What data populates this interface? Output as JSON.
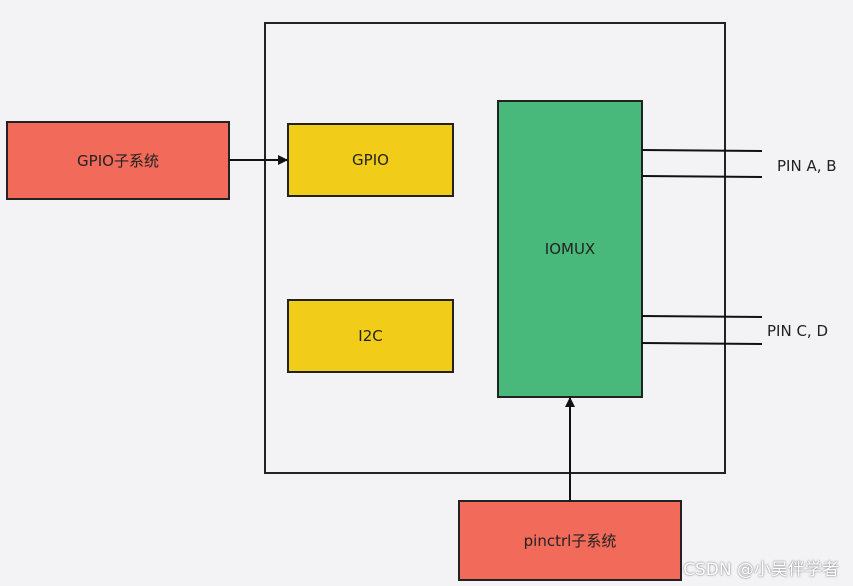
{
  "diagram": {
    "nodes": {
      "gpio_subsystem": "GPIO子系统",
      "gpio": "GPIO",
      "i2c": "I2C",
      "iomux": "IOMUX",
      "pinctrl_subsystem": "pinctrl子系统"
    },
    "pins": {
      "ab": "PIN A, B",
      "cd": "PIN C, D"
    },
    "colors": {
      "subsystem": "#f26a5a",
      "controller": "#f1cd1a",
      "iomux": "#49b97b",
      "border": "#222222",
      "background": "#f3f3f6"
    }
  },
  "watermark": "CSDN @小吴伴学者"
}
